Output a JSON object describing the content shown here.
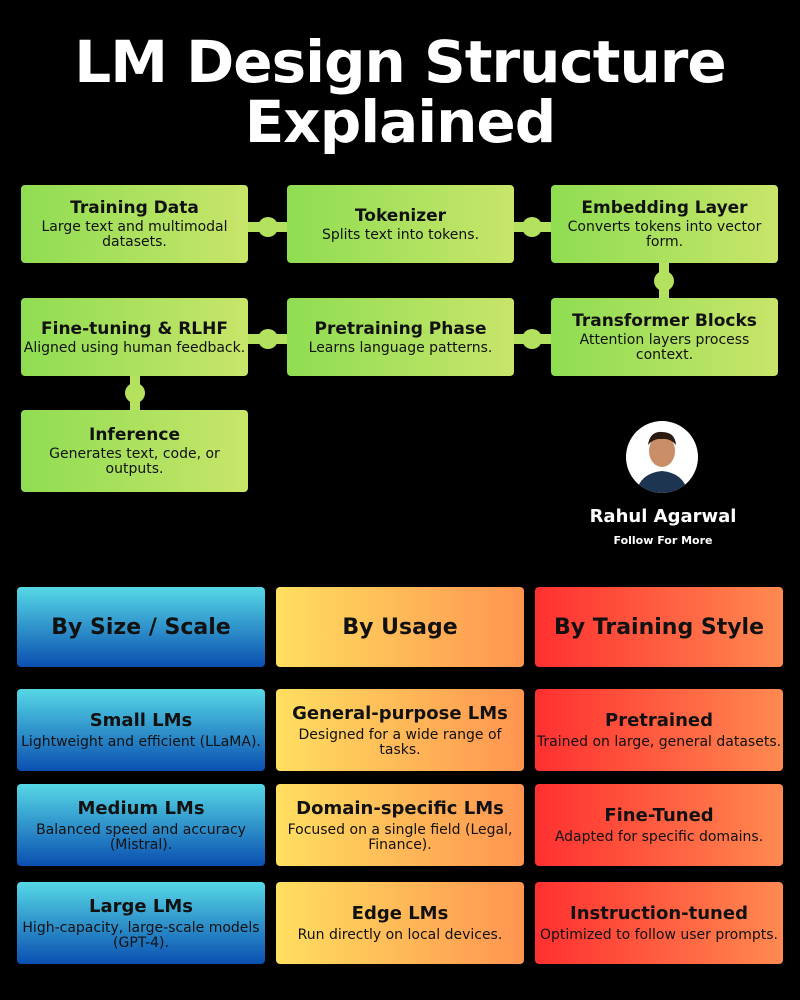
{
  "title": {
    "line1": "LM Design Structure",
    "line2": "Explained"
  },
  "flow": [
    {
      "title": "Training Data",
      "desc": "Large text and multimodal datasets."
    },
    {
      "title": "Tokenizer",
      "desc": "Splits text into tokens."
    },
    {
      "title": "Embedding Layer",
      "desc": "Converts tokens into vector form."
    },
    {
      "title": "Transformer Blocks",
      "desc": "Attention layers process context."
    },
    {
      "title": "Pretraining Phase",
      "desc": "Learns language patterns."
    },
    {
      "title": "Fine-tuning & RLHF",
      "desc": "Aligned using human feedback."
    },
    {
      "title": "Inference",
      "desc": "Generates text, code, or outputs."
    }
  ],
  "author": {
    "name": "Rahul Agarwal",
    "cta": "Follow For More"
  },
  "categories": [
    {
      "header": "By Size / Scale",
      "items": [
        {
          "title": "Small LMs",
          "desc": "Lightweight and efficient (LLaMA)."
        },
        {
          "title": "Medium LMs",
          "desc": "Balanced speed and accuracy (Mistral)."
        },
        {
          "title": "Large LMs",
          "desc": "High-capacity, large-scale models (GPT-4)."
        }
      ]
    },
    {
      "header": "By Usage",
      "items": [
        {
          "title": "General-purpose LMs",
          "desc": "Designed for a wide range of tasks."
        },
        {
          "title": "Domain-specific LMs",
          "desc": "Focused on a single field (Legal, Finance)."
        },
        {
          "title": "Edge LMs",
          "desc": "Run directly on local devices."
        }
      ]
    },
    {
      "header": "By Training Style",
      "items": [
        {
          "title": "Pretrained",
          "desc": "Trained on large, general datasets."
        },
        {
          "title": "Fine-Tuned",
          "desc": "Adapted for specific domains."
        },
        {
          "title": "Instruction-tuned",
          "desc": "Optimized to follow user prompts."
        }
      ]
    }
  ]
}
